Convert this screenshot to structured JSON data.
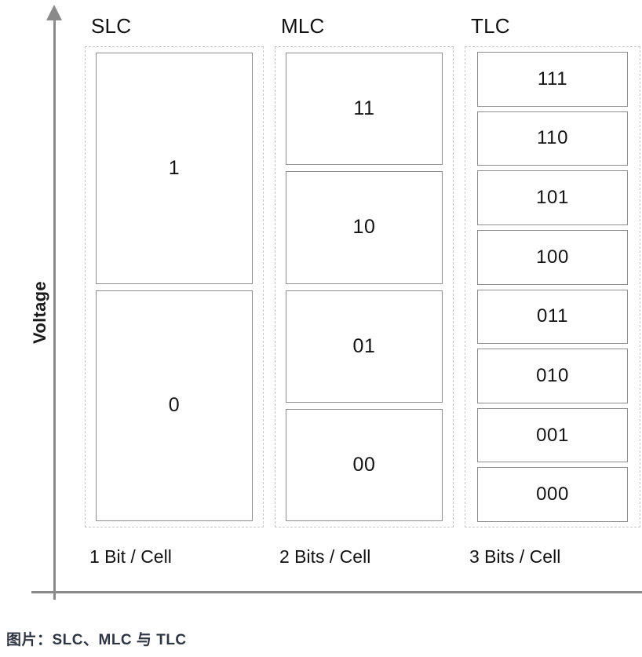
{
  "axes": {
    "y_label": "Voltage",
    "y_arrow_icon": "up-arrow-icon",
    "line_color": "#8a8a8a"
  },
  "columns": [
    {
      "id": "slc",
      "header": "SLC",
      "footer": "1 Bit / Cell",
      "cells": [
        "1",
        "0"
      ]
    },
    {
      "id": "mlc",
      "header": "MLC",
      "footer": "2 Bits / Cell",
      "cells": [
        "11",
        "10",
        "01",
        "00"
      ]
    },
    {
      "id": "tlc",
      "header": "TLC",
      "footer": "3 Bits / Cell",
      "cells": [
        "111",
        "110",
        "101",
        "100",
        "011",
        "010",
        "001",
        "000"
      ]
    }
  ],
  "caption": "图片：SLC、MLC 与 TLC",
  "colors": {
    "axis": "#8a8a8a",
    "dashed_border": "#c6c6c6",
    "cell_border": "#8d8d8d",
    "text": "#111111",
    "caption": "#2f3542"
  }
}
